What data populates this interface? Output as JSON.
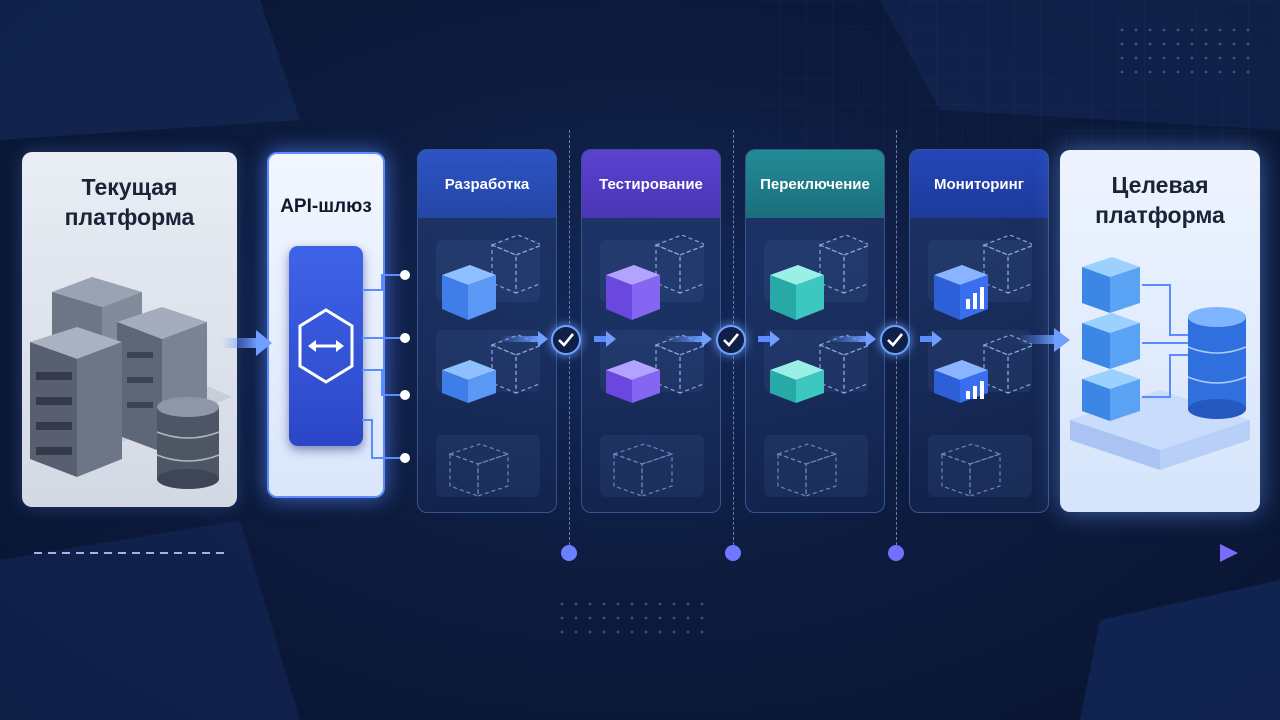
{
  "source": {
    "title_line1": "Текущая",
    "title_line2": "платформа"
  },
  "gateway": {
    "title": "API-шлюз",
    "icon": "bidirectional-arrow-icon"
  },
  "stages": [
    {
      "label": "Разработка",
      "color": "#2d54c6",
      "cube_color": "#4d8bf0"
    },
    {
      "label": "Тестирование",
      "color": "#5b42d0",
      "cube_color": "#7a5cf0"
    },
    {
      "label": "Переключение",
      "color": "#238b95",
      "cube_color": "#3cc8c0"
    },
    {
      "label": "Мониторинг",
      "color": "#2446b8",
      "cube_color": "#3a6ef0"
    }
  ],
  "target": {
    "title_line1": "Целевая",
    "title_line2": "платформа"
  },
  "colors": {
    "background": "#0d1b3e",
    "accent": "#5b8cff",
    "timeline": "#6a7cff"
  }
}
